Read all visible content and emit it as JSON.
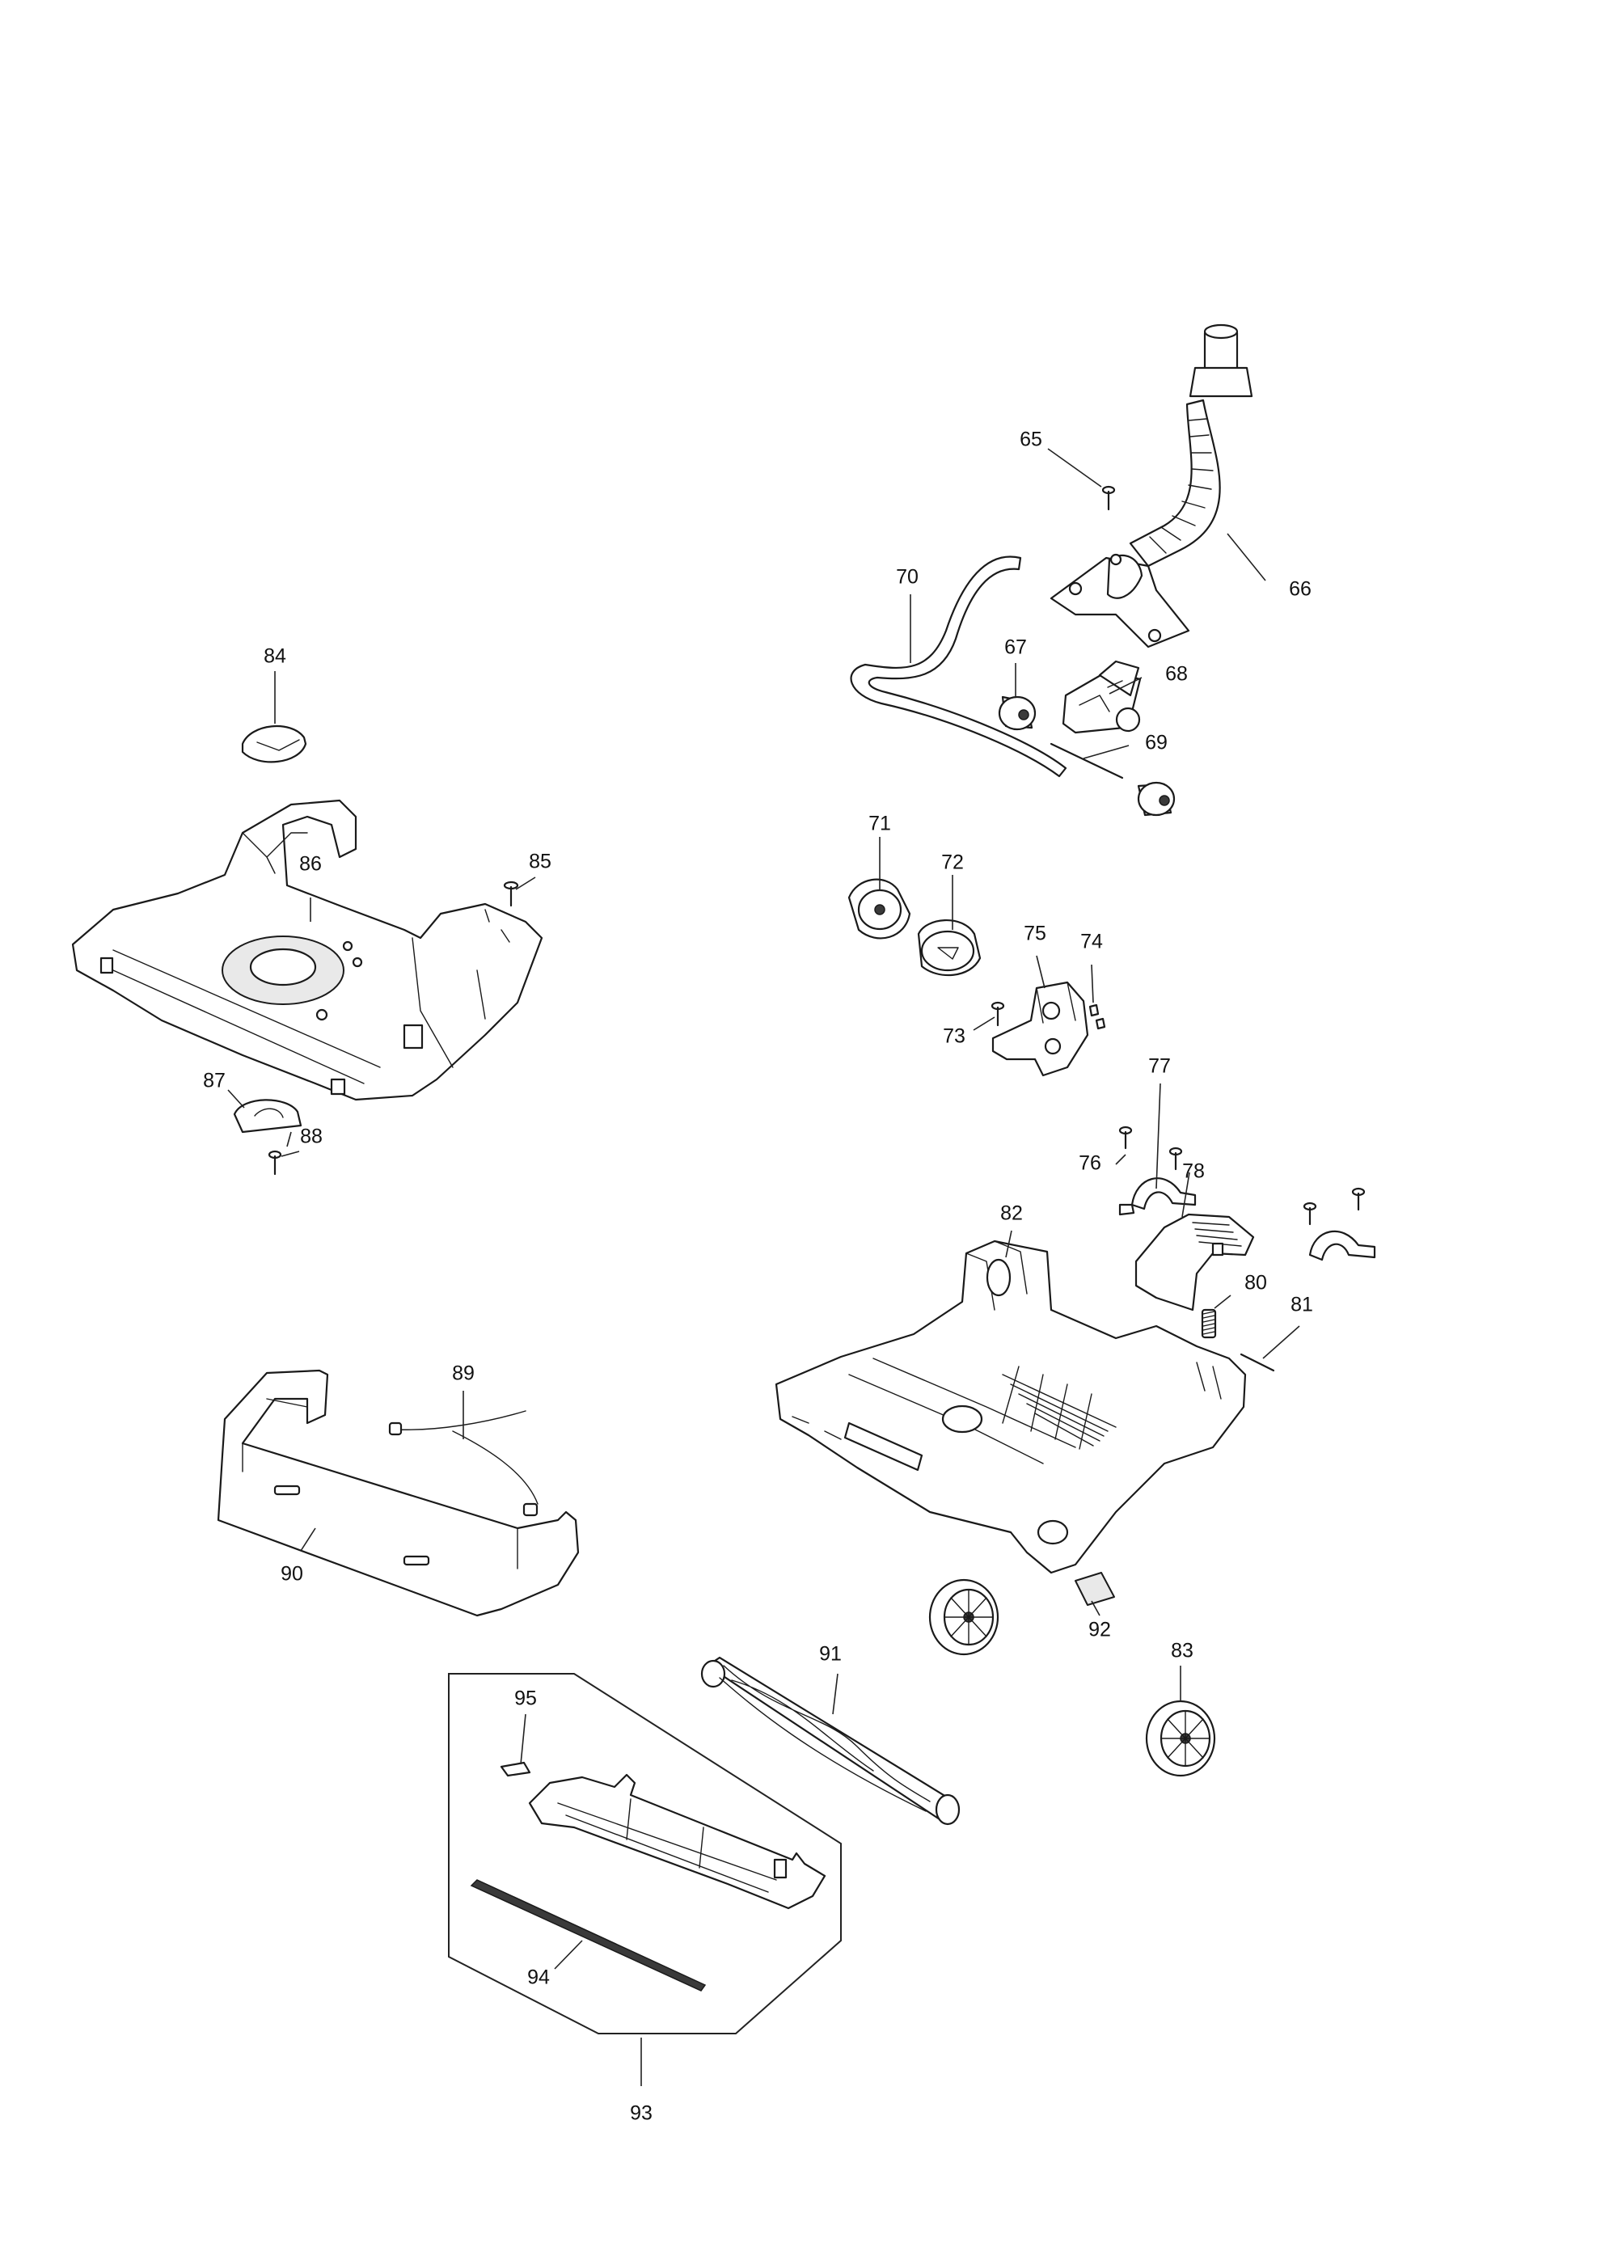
{
  "diagram": {
    "callouts": [
      {
        "id": "65",
        "text": "65"
      },
      {
        "id": "66",
        "text": "66"
      },
      {
        "id": "67",
        "text": "67"
      },
      {
        "id": "68",
        "text": "68"
      },
      {
        "id": "69",
        "text": "69"
      },
      {
        "id": "70",
        "text": "70"
      },
      {
        "id": "71",
        "text": "71"
      },
      {
        "id": "72",
        "text": "72"
      },
      {
        "id": "73",
        "text": "73"
      },
      {
        "id": "74",
        "text": "74"
      },
      {
        "id": "75",
        "text": "75"
      },
      {
        "id": "76",
        "text": "76"
      },
      {
        "id": "77",
        "text": "77"
      },
      {
        "id": "78",
        "text": "78"
      },
      {
        "id": "80",
        "text": "80"
      },
      {
        "id": "81",
        "text": "81"
      },
      {
        "id": "82",
        "text": "82"
      },
      {
        "id": "83",
        "text": "83"
      },
      {
        "id": "84",
        "text": "84"
      },
      {
        "id": "85",
        "text": "85"
      },
      {
        "id": "86",
        "text": "86"
      },
      {
        "id": "87",
        "text": "87"
      },
      {
        "id": "88",
        "text": "88"
      },
      {
        "id": "89",
        "text": "89"
      },
      {
        "id": "90",
        "text": "90"
      },
      {
        "id": "91",
        "text": "91"
      },
      {
        "id": "92",
        "text": "92"
      },
      {
        "id": "93",
        "text": "93"
      },
      {
        "id": "94",
        "text": "94"
      },
      {
        "id": "95",
        "text": "95"
      }
    ]
  }
}
